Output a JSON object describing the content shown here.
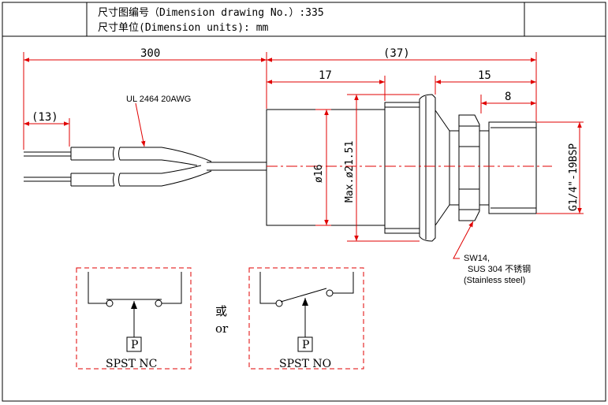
{
  "title_block": {
    "drawing_no": "尺寸图编号（Dimension drawing No.）:335",
    "units": "尺寸单位(Dimension units): mm"
  },
  "dimensions": {
    "cable_length": "300",
    "strip_length": "(13)",
    "body_length": "(37)",
    "sleeve_length": "17",
    "hex_thread_length": "15",
    "thread_length": "8",
    "body_diameter": "ø16",
    "max_diameter": "Max.ø21.51",
    "thread_spec": "G1/4\"-19BSP"
  },
  "notes": {
    "cable_spec": "UL 2464 20AWG",
    "material_line1": "SW14,",
    "material_line2": "SUS 304 不锈钢",
    "material_line3": "(Stainless steel)"
  },
  "switch_options": {
    "nc_label": "SPST NC",
    "no_label": "SPST NO",
    "pressure_symbol": "P",
    "or_cn": "或",
    "or_en": "or"
  }
}
